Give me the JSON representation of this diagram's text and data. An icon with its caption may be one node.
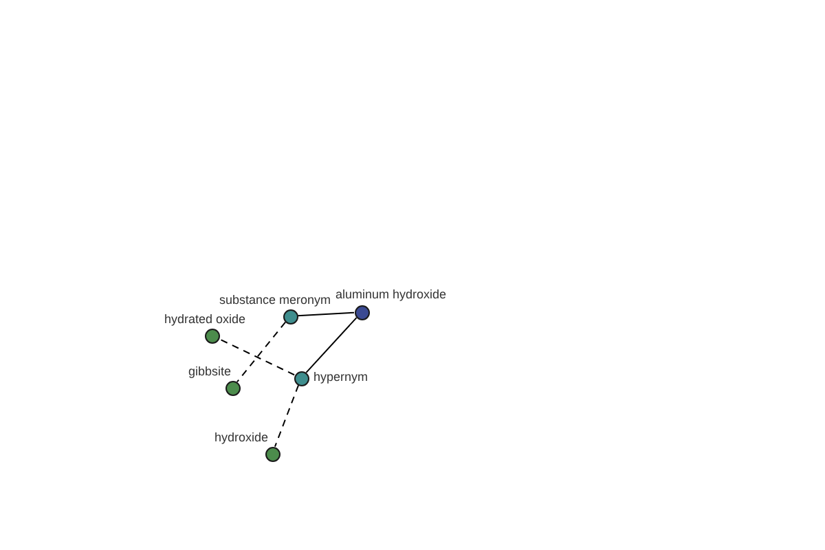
{
  "diagram": {
    "nodes": [
      {
        "text": [
          "aluminum hydroxide"
        ]
      },
      {
        "text": [
          "substance meronym"
        ]
      },
      {
        "text": [
          "hypernym"
        ]
      },
      {
        "text": [
          "hydrated oxide"
        ]
      },
      {
        "text": [
          "gibbsite"
        ]
      },
      {
        "text": [
          "hydroxide"
        ]
      }
    ],
    "edges": [
      {
        "from": 0,
        "to": 1,
        "arrow": "none"
      },
      {
        "from": 0,
        "to": 2,
        "arrow": "none"
      },
      {
        "from": 1,
        "to": 4,
        "arrow": "none",
        "style": "dashed"
      },
      {
        "from": 2,
        "to": 3,
        "arrow": "none",
        "style": "dashed"
      },
      {
        "from": 2,
        "to": 5,
        "arrow": "none",
        "style": "dashed"
      }
    ]
  }
}
